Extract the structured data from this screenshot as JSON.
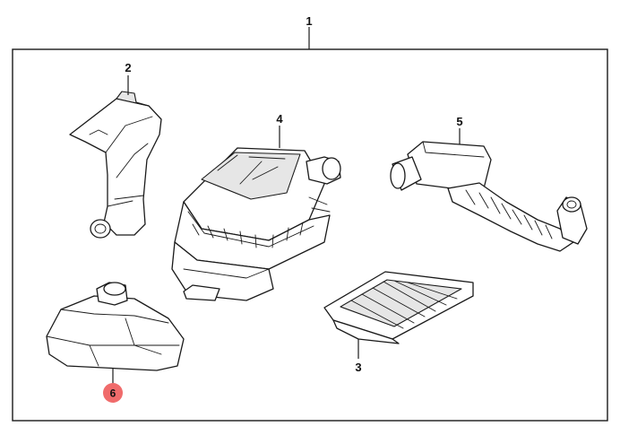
{
  "callouts": {
    "c1": "1",
    "c2": "2",
    "c3": "3",
    "c4": "4",
    "c5": "5",
    "c6": "6"
  },
  "colors": {
    "highlight": "#f06b6b",
    "line": "#1a1a1a"
  },
  "highlighted_callout": "6"
}
